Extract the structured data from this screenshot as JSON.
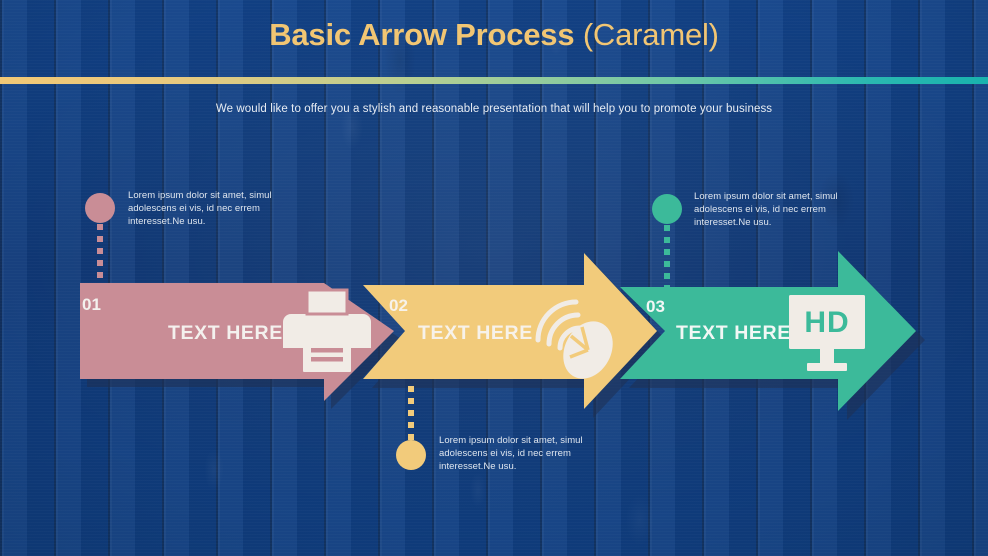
{
  "slide": {
    "title_bold": "Basic Arrow Process",
    "title_regular": "(Caramel)",
    "subtitle": "We would like to offer you a stylish and reasonable presentation that will help you to promote your business",
    "background": "blue wood planks"
  },
  "colors": {
    "background_blue": "#10407f",
    "title_caramel": "#f2c673",
    "step1_rose": "#c98d96",
    "step2_caramel": "#f2cb7b",
    "step3_teal": "#3cba9a",
    "icon_offwhite": "#f1ece6",
    "body_text": "#dfe6ef"
  },
  "steps": [
    {
      "number": "01",
      "label": "TEXT HERE",
      "icon": "printer-icon",
      "color": "#c98d96",
      "callout": "Lorem ipsum dolor sit amet, simul adolescens ei vis, id nec errem interesset.Ne usu.",
      "callout_position": "above"
    },
    {
      "number": "02",
      "label": "TEXT HERE",
      "icon": "wireless-mouse-icon",
      "color": "#f2cb7b",
      "callout": "Lorem ipsum dolor sit amet, simul adolescens ei vis, id nec errem interesset.Ne usu.",
      "callout_position": "below"
    },
    {
      "number": "03",
      "label": "TEXT HERE",
      "icon": "hd-monitor-icon",
      "icon_text": "HD",
      "color": "#3cba9a",
      "callout": "Lorem ipsum dolor sit amet, simul adolescens ei vis, id nec errem interesset.Ne usu.",
      "callout_position": "above"
    }
  ]
}
